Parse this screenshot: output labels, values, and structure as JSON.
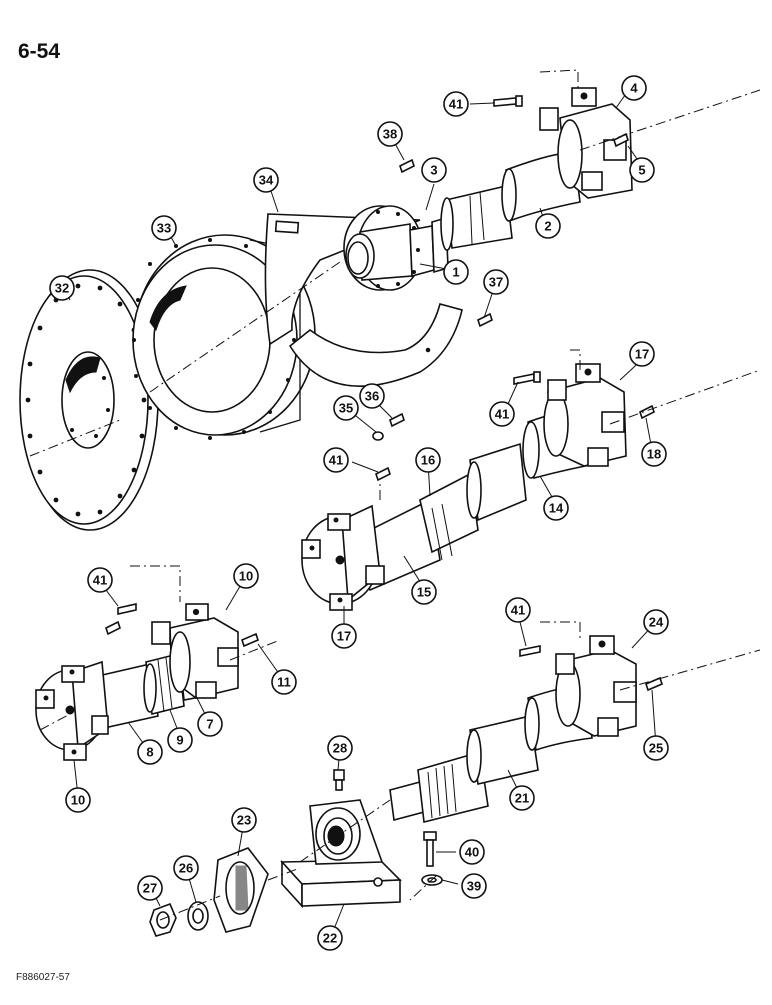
{
  "page": {
    "number": "6-54",
    "figure_code": "F886027-57"
  },
  "callouts": {
    "c1": "1",
    "c2": "2",
    "c3": "3",
    "c4": "4",
    "c5": "5",
    "c7": "7",
    "c8": "8",
    "c9": "9",
    "c10a": "10",
    "c10b": "10",
    "c11": "11",
    "c14": "14",
    "c15": "15",
    "c16": "16",
    "c17a": "17",
    "c17b": "17",
    "c18": "18",
    "c21": "21",
    "c22": "22",
    "c23": "23",
    "c24": "24",
    "c25": "25",
    "c26": "26",
    "c27": "27",
    "c28": "28",
    "c32": "32",
    "c33": "33",
    "c34": "34",
    "c35": "35",
    "c36": "36",
    "c37": "37",
    "c38": "38",
    "c39": "39",
    "c40": "40",
    "c41a": "41",
    "c41b": "41",
    "c41c": "41",
    "c41d": "41",
    "c41e": "41"
  }
}
